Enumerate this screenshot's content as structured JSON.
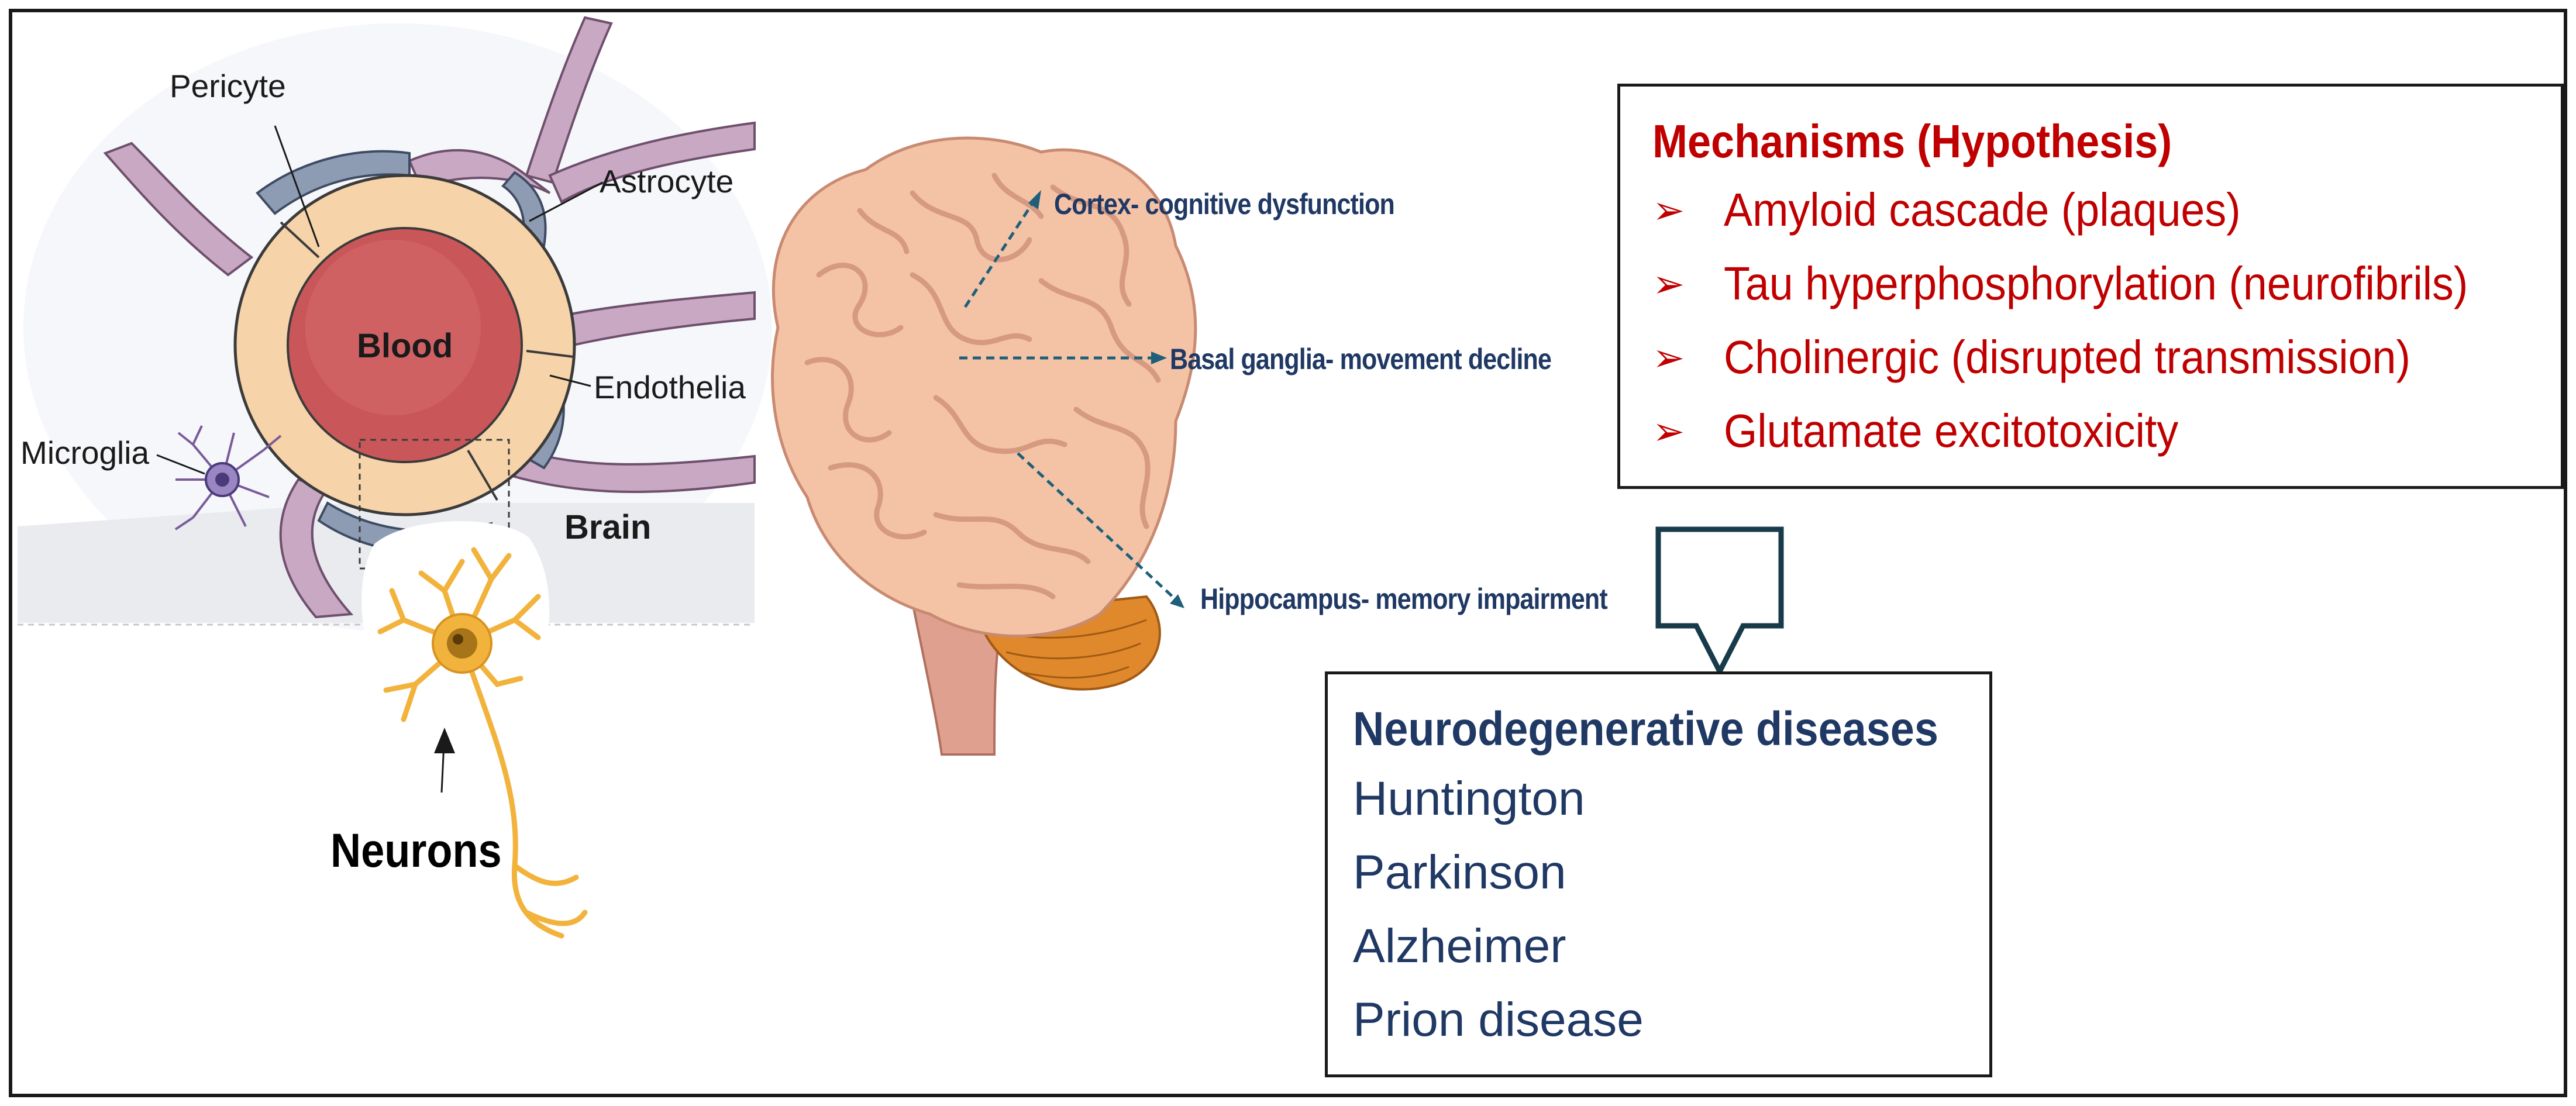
{
  "bbb_diagram": {
    "labels": {
      "pericyte": "Pericyte",
      "astrocyte": "Astrocyte",
      "blood": "Blood",
      "endothelia": "Endothelia",
      "microglia": "Microglia",
      "brain": "Brain",
      "neurons": "Neurons"
    }
  },
  "brain_regions": [
    {
      "label": "Cortex- cognitive dysfunction"
    },
    {
      "label": "Basal ganglia- movement decline"
    },
    {
      "label": "Hippocampus- memory impairment"
    }
  ],
  "mechanisms": {
    "title": "Mechanisms (Hypothesis)",
    "bullet": "➢",
    "items": [
      "Amyloid cascade (plaques)",
      "Tau hyperphosphorylation (neurofibrils)",
      "Cholinergic (disrupted transmission)",
      "Glutamate excitotoxicity"
    ]
  },
  "diseases": {
    "title": "Neurodegenerative diseases",
    "items": [
      "Huntington",
      "Parkinson",
      "Alzheimer",
      "Prion disease"
    ]
  },
  "colors": {
    "mechanism_text": "#c00000",
    "disease_text": "#1f3864",
    "blood": "#c9575a",
    "endothelium": "#f6d3a8",
    "glia": "#c9a8c4",
    "neuron": "#f2b33d",
    "brain": "#f4c3a6"
  }
}
